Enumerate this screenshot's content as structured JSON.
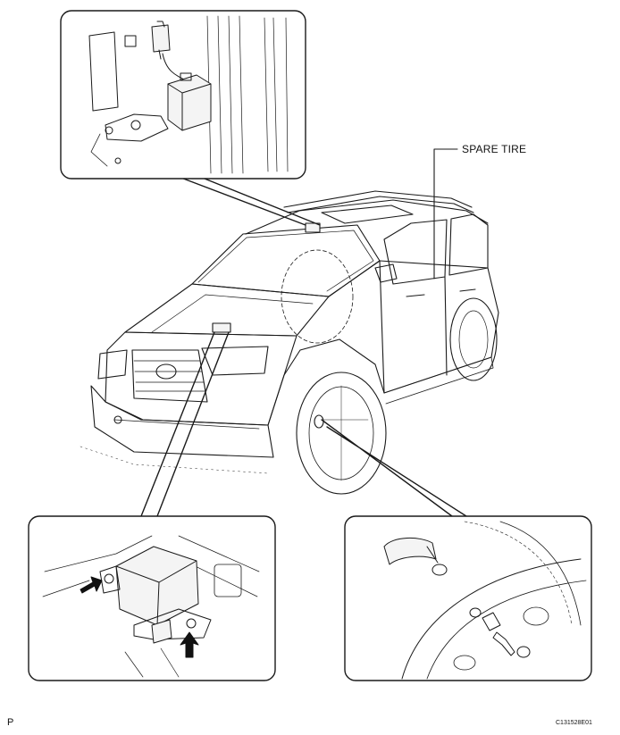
{
  "labels": {
    "spare_tire": "SPARE TIRE",
    "page_marker": "P",
    "figure_code": "C131528E01"
  },
  "callouts": [
    {
      "name": "upper-left-detail",
      "shows": "receiver-module-with-connector"
    },
    {
      "name": "lower-left-detail",
      "shows": "control-module-with-mounting-bolts"
    },
    {
      "name": "lower-right-detail",
      "shows": "tire-pressure-valve-sensor"
    }
  ],
  "colors": {
    "line": "#1a1a1a",
    "background": "#ffffff",
    "fill_light": "#f4f4f4"
  }
}
